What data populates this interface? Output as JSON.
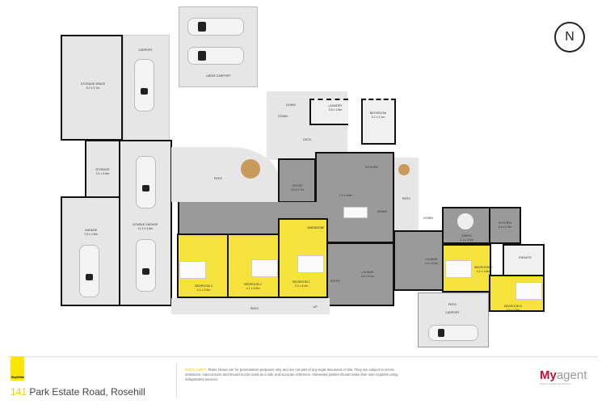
{
  "compass": {
    "letter": "N"
  },
  "rooms": {
    "large_carport": "LARGE CARPORT",
    "carport_top": "CARPORT",
    "storage_space": "STORAGE SPACE\n5.2 x 3.7m",
    "storage": "STORAGE\n2.1 x 3.8m",
    "double_garage": "DOUBLE GARAGE\n11.3 x 3.8m",
    "garage": "GARAGE\n7.5 x 3.5m",
    "patio_top": "PATIO",
    "deck": "DECK",
    "down1": "DOWN",
    "down2": "DOWN",
    "laundry": "LAUNDRY\n3.8 x 1.8m",
    "bathroom": "BATHROOM\n3.2 x 2.1m",
    "office": "OFFICE\n3.6 x 2.7m",
    "kitchen": "KITCHEN",
    "kitchen_dims": "7.0 x 5.8m",
    "dining": "DINING",
    "patio_right": "PATIO",
    "down3": "DOWN",
    "wardrobe": "WARDROBE",
    "bedroom3": "BEDROOM 3\n4.1 x 3.9m",
    "bedroom2": "BEDROOM 2\n4.1 x 3.9m",
    "bedroom1": "BEDROOM 1\n3.2 x 3.9m",
    "entry": "ENTRY",
    "lounge": "LOUNGE\n4.6 x 5.1m",
    "patio_bottom": "PATIO",
    "up": "UP",
    "lounge2": "LOUNGE\n4.4 x 5.4m",
    "dining2": "DINING\n3.1 x 3.8m",
    "kitchen2": "KITCHEN\n3.4 x 2.3m",
    "bedroom4": "BEDROOM 4\n4.2 x 3.8m",
    "ensuite": "ENSUITE",
    "bedroom5": "BEDROOM 5\n3.6 x 2.5m",
    "patio_carport": "PATIO",
    "carport_bottom": "CARPORT"
  },
  "footer": {
    "brand": "RayWhite",
    "address_number": "141",
    "address_rest": " Park Estate Road, Rosehill",
    "disclaimer_label": "DISCLAIMER:",
    "disclaimer_text": " Plans shown are for presentation purposes only and are not part of any legal document or title. They are subject to errors, omissions, inaccuracies and should not be used as a sole and accurate reference. Interested parties should make their own inquiries using independent sources.",
    "logo_my": "My",
    "logo_agent": "agent",
    "logo_tagline": "Property Marketing Solutions"
  },
  "colors": {
    "bedroom": "#f5e23a",
    "living": "#9a9a9a",
    "accent": "#c8102e",
    "brand_yellow": "#ffe600"
  }
}
